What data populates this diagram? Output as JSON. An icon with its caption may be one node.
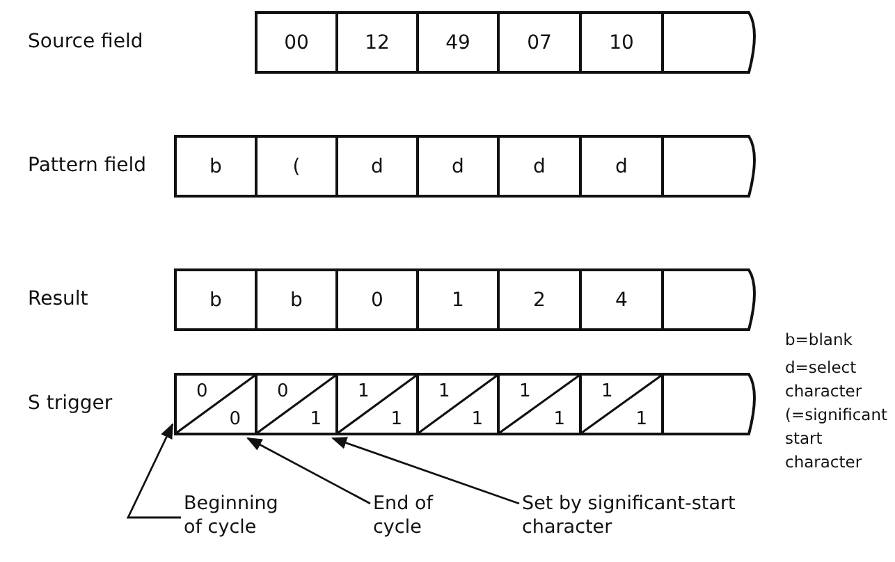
{
  "diagram": {
    "nodes": [
      {
        "text": [
          "00"
        ]
      },
      {
        "text": [
          "12"
        ]
      },
      {
        "text": [
          "49"
        ]
      },
      {
        "text": [
          "07"
        ]
      },
      {
        "text": [
          "10"
        ]
      },
      {
        "text": [],
        "shape": "box"
      },
      {
        "text": [
          "b"
        ]
      },
      {
        "text": [
          "("
        ]
      },
      {
        "text": [
          "d"
        ]
      },
      {
        "text": [
          "d"
        ]
      },
      {
        "text": [
          "d"
        ]
      },
      {
        "text": [
          "d"
        ]
      },
      {
        "text": [],
        "shape": "box"
      },
      {
        "text": [
          "b"
        ]
      },
      {
        "text": [
          "b"
        ]
      },
      {
        "text": [
          "0"
        ]
      },
      {
        "text": [
          "1"
        ]
      },
      {
        "text": [
          "2"
        ]
      },
      {
        "text": [
          "4"
        ]
      },
      {
        "text": [],
        "shape": "box"
      },
      {
        "text": [
          "0",
          "0"
        ]
      },
      {
        "text": [
          "0",
          "1"
        ]
      },
      {
        "text": [
          "1",
          "1"
        ]
      },
      {
        "text": [
          "1",
          "1"
        ]
      },
      {
        "text": [
          "1",
          "1"
        ]
      },
      {
        "text": [
          "1",
          "1"
        ]
      },
      {
        "text": [],
        "shape": "box"
      },
      {
        "text": [
          "Beginning of cycle"
        ]
      },
      {
        "text": [
          "End of cycle"
        ]
      },
      {
        "text": [
          "Set by significant-start character"
        ]
      }
    ],
    "edges": [
      {
        "from": 27,
        "to": 20,
        "arrow": "to"
      },
      {
        "from": 28,
        "to": 20,
        "arrow": "to"
      },
      {
        "from": 29,
        "to": 21,
        "arrow": "to"
      }
    ],
    "labels": [
      "Source field",
      "Pattern field",
      "Result",
      "S trigger",
      "b=blank",
      "d=select character",
      "(=significant start character"
    ]
  }
}
